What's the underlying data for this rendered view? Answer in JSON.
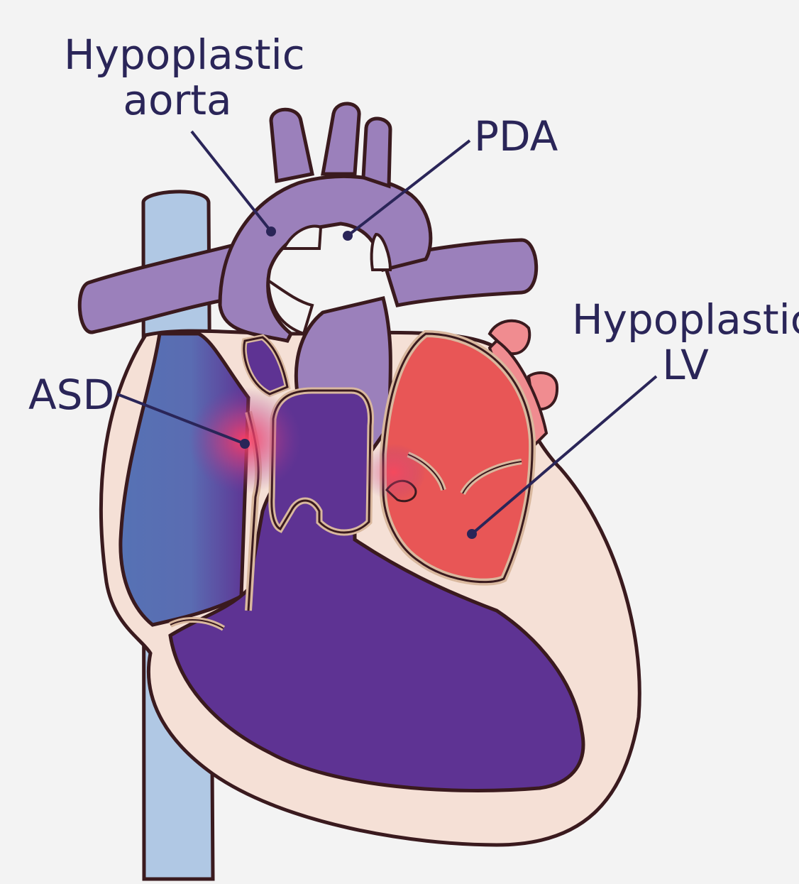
{
  "labels": {
    "hypoplastic_aorta": [
      "Hypoplastic",
      "aorta"
    ],
    "pda": "PDA",
    "hypoplastic_lv": [
      "Hypoplastic",
      "LV"
    ],
    "asd": "ASD"
  },
  "colors": {
    "background": "#f3f3f3",
    "outline": "#3a1a1e",
    "deoxygenated_vessel": "#b0c8e4",
    "right_atrium": "#5672b4",
    "mixed_blood": "#5e3393",
    "aorta_pa": "#9b80bb",
    "left_heart": "#e85656",
    "pulmonary_veins": "#f08c90",
    "myocardium": "#f5e0d6",
    "valve_tissue": "#d9b89e",
    "label_text": "#2a2558"
  }
}
